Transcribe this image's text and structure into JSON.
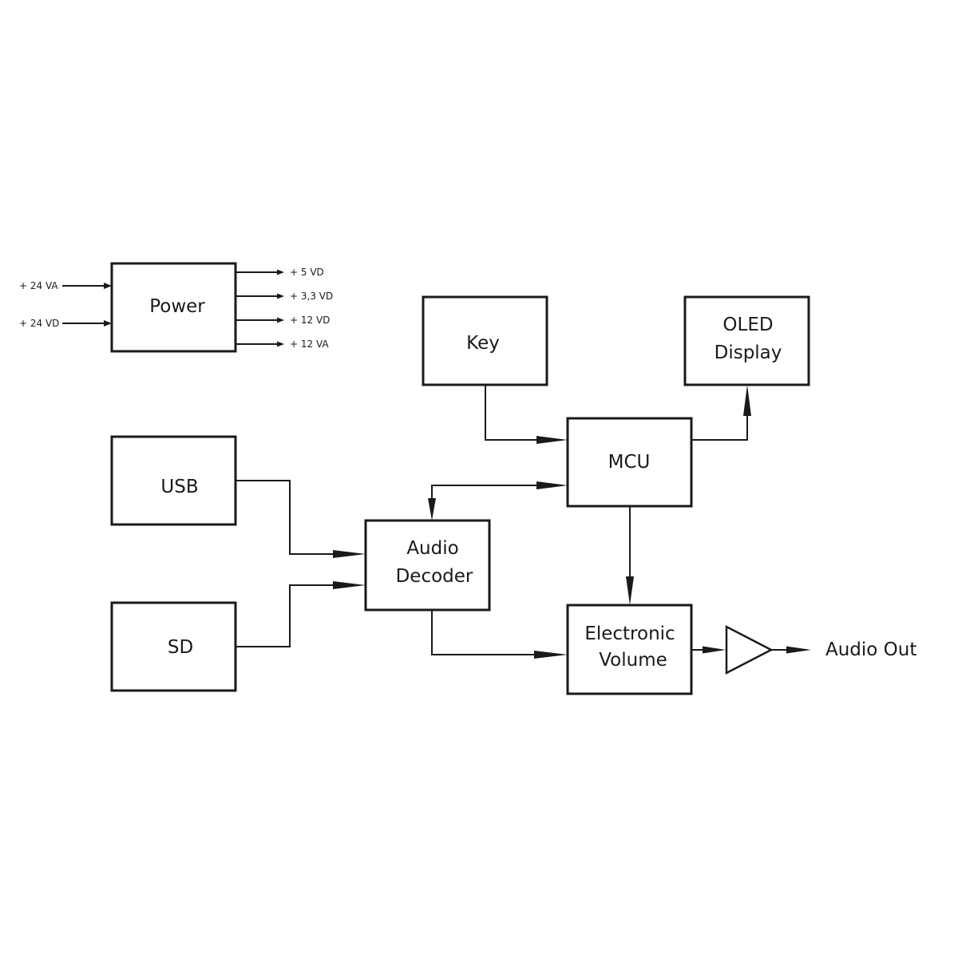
{
  "power": {
    "label": "Power",
    "inputs": [
      "+ 24 VA",
      "+ 24 VD"
    ],
    "outputs": [
      "+ 5 VD",
      "+ 3,3 VD",
      "+ 12 VD",
      "+ 12 VA"
    ]
  },
  "blocks": {
    "key": "Key",
    "oled_line1": "OLED",
    "oled_line2": "Display",
    "mcu": "MCU",
    "usb": "USB",
    "sd": "SD",
    "decoder_line1": "Audio",
    "decoder_line2": "Decoder",
    "volume_line1": "Electronic",
    "volume_line2": "Volume"
  },
  "output": {
    "label": "Audio Out"
  }
}
